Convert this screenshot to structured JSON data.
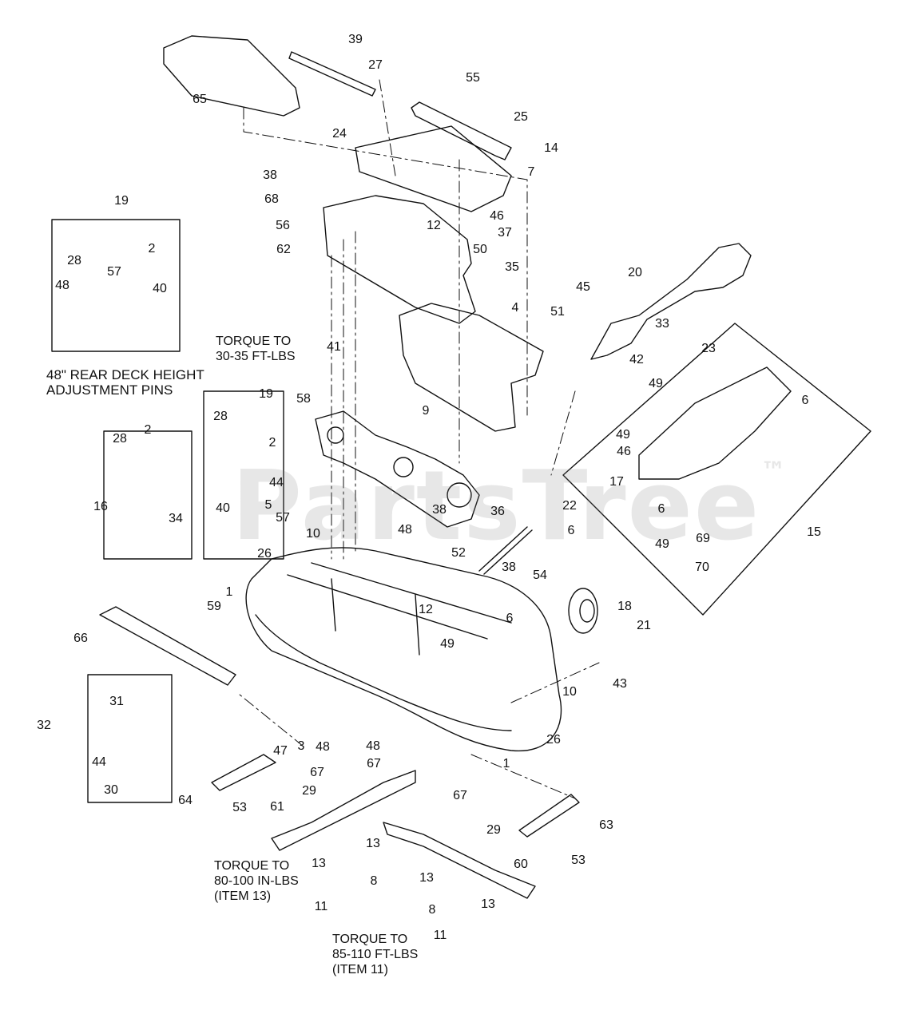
{
  "watermark": {
    "text": "PartsTree",
    "mark": "™"
  },
  "notes": {
    "rear_pins": [
      "48\" REAR DECK HEIGHT",
      "ADJUSTMENT PINS"
    ],
    "torque_gearbox": [
      "TORQUE TO",
      "30-35 FT-LBS"
    ],
    "torque_item13": [
      "TORQUE TO",
      "80-100 IN-LBS",
      "(ITEM 13)"
    ],
    "torque_item11": [
      "TORQUE TO",
      "85-110 FT-LBS",
      "(ITEM 11)"
    ]
  },
  "callouts": [
    "39",
    "27",
    "65",
    "55",
    "25",
    "14",
    "7",
    "24",
    "38",
    "68",
    "56",
    "62",
    "12",
    "46",
    "37",
    "50",
    "19",
    "2",
    "28",
    "57",
    "40",
    "48",
    "35",
    "4",
    "20",
    "45",
    "51",
    "33",
    "42",
    "41",
    "58",
    "9",
    "23",
    "49",
    "6",
    "49",
    "46",
    "19",
    "28",
    "2",
    "28",
    "2",
    "44",
    "40",
    "5",
    "57",
    "16",
    "34",
    "26",
    "10",
    "48",
    "38",
    "36",
    "17",
    "22",
    "6",
    "6",
    "49",
    "69",
    "70",
    "15",
    "52",
    "38",
    "54",
    "1",
    "59",
    "12",
    "6",
    "18",
    "21",
    "66",
    "49",
    "43",
    "10",
    "26",
    "1",
    "31",
    "32",
    "44",
    "30",
    "47",
    "3",
    "48",
    "48",
    "67",
    "67",
    "29",
    "64",
    "53",
    "61",
    "13",
    "13",
    "8",
    "11",
    "67",
    "29",
    "63",
    "53",
    "60",
    "13",
    "13",
    "8",
    "11"
  ]
}
